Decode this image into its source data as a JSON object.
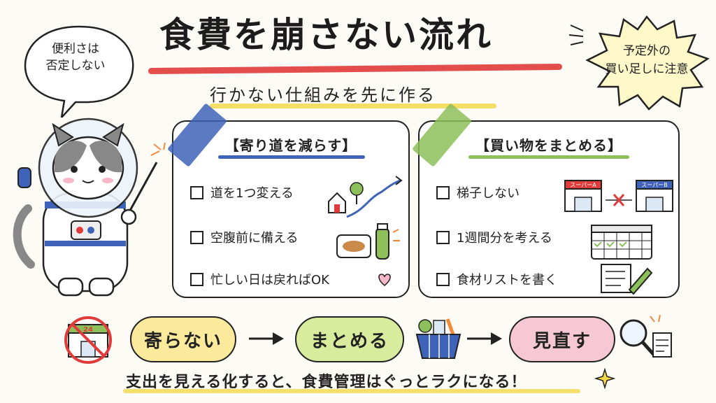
{
  "title": "食費を崩さない流れ",
  "subtitle": "行かない仕組みを先に作る",
  "speech_bubble": {
    "line1": "便利さは",
    "line2": "否定しない"
  },
  "warning_burst": {
    "line1": "予定外の",
    "line2": "買い足しに注意"
  },
  "card_left": {
    "title": "【寄り道を減らす】",
    "items": [
      "道を1つ変える",
      "空腹前に備える",
      "忙しい日は戻ればOK"
    ]
  },
  "card_right": {
    "title": "【買い物をまとめる】",
    "items": [
      "梯子しない",
      "1週間分を考える",
      "食材リストを書く"
    ],
    "store_a": "スーパーA",
    "store_b": "スーパーB"
  },
  "store_sign": "24",
  "flow": {
    "step1": "寄らない",
    "step2": "まとめる",
    "step3": "見直す"
  },
  "bottom_message": "支出を見える化すると、食費管理はぐっとラクになる！",
  "colors": {
    "accent_red": "#e03b3b",
    "highlight_yellow": "#f3d84b",
    "tape_blue": "#3f63b8",
    "tape_green": "#8dbf5a"
  }
}
